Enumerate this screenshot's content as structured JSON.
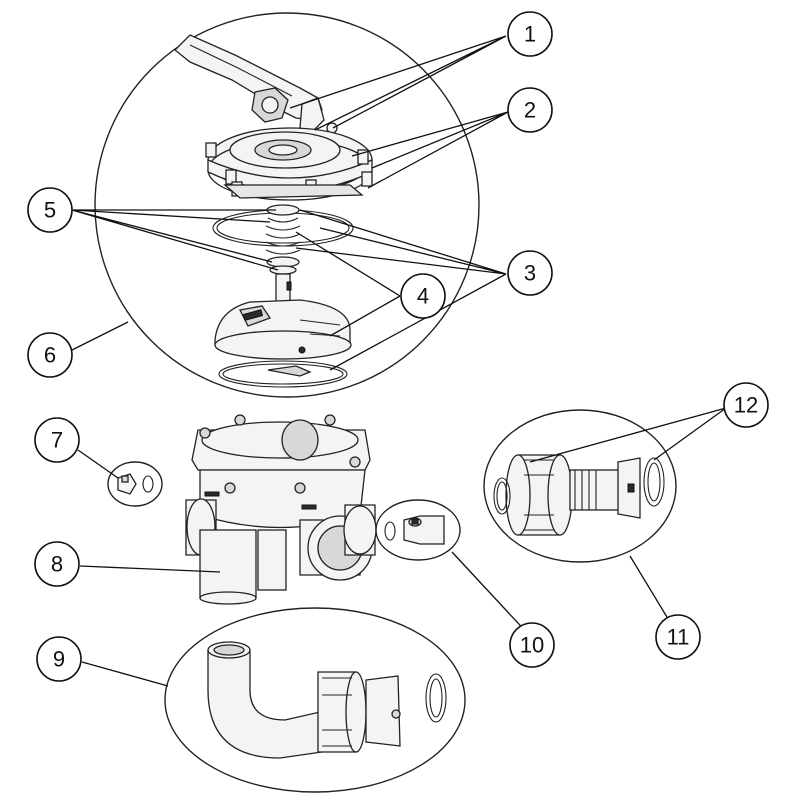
{
  "callouts": [
    {
      "id": "1",
      "label": "1"
    },
    {
      "id": "2",
      "label": "2"
    },
    {
      "id": "3",
      "label": "3"
    },
    {
      "id": "4",
      "label": "4"
    },
    {
      "id": "5",
      "label": "5"
    },
    {
      "id": "6",
      "label": "6"
    },
    {
      "id": "7",
      "label": "7"
    },
    {
      "id": "8",
      "label": "8"
    },
    {
      "id": "9",
      "label": "9"
    },
    {
      "id": "10",
      "label": "10"
    },
    {
      "id": "11",
      "label": "11"
    },
    {
      "id": "12",
      "label": "12"
    }
  ],
  "parts": [
    {
      "name": "handle-icon"
    },
    {
      "name": "cover-icon"
    },
    {
      "name": "o-ring-icon"
    },
    {
      "name": "rotor-icon"
    },
    {
      "name": "spring-icon"
    },
    {
      "name": "top-assembly-icon"
    },
    {
      "name": "plug-icon"
    },
    {
      "name": "valve-body-icon"
    },
    {
      "name": "elbow-union-icon"
    },
    {
      "name": "pressure-connector-icon"
    },
    {
      "name": "union-fitting-icon"
    },
    {
      "name": "gasket-icon"
    }
  ]
}
